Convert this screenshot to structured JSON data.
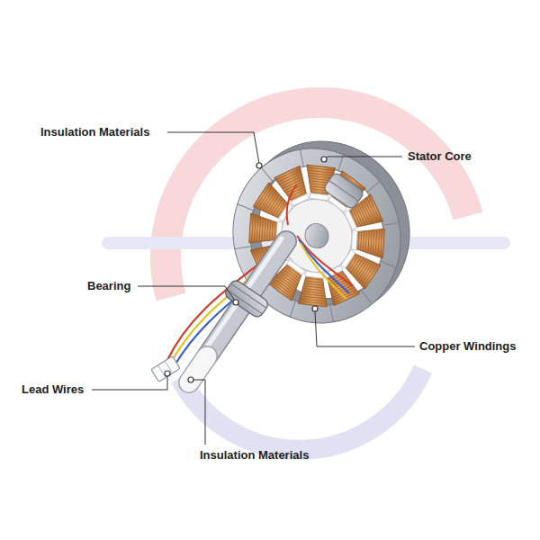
{
  "diagram": {
    "labels": [
      "Insulation Materials",
      "Stator Core",
      "Bearing",
      "Copper Windings",
      "Lead Wires",
      "Insulation Materials"
    ]
  }
}
